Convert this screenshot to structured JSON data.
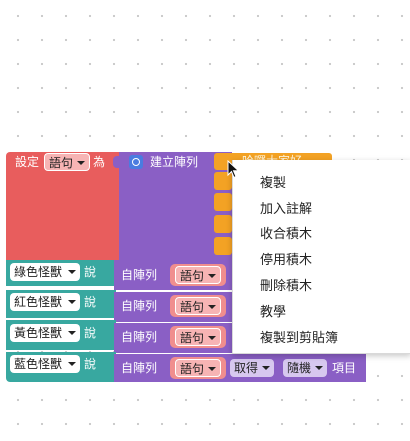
{
  "set_block": {
    "keyword": "設定",
    "variable": "語句",
    "as": "為"
  },
  "create_list": {
    "label": "建立陣列",
    "first_item": "哈囉大家好"
  },
  "rows": [
    {
      "monster": "綠色怪獸",
      "say": "說",
      "from_list": "自陣列",
      "variable": "語句"
    },
    {
      "monster": "紅色怪獸",
      "say": "說",
      "from_list": "自陣列",
      "variable": "語句"
    },
    {
      "monster": "黃色怪獸",
      "say": "說",
      "from_list": "自陣列",
      "variable": "語句"
    },
    {
      "monster": "藍色怪獸",
      "say": "說",
      "from_list": "自陣列",
      "variable": "語句",
      "get": "取得",
      "random": "隨機",
      "item": "項目"
    }
  ],
  "context_menu": {
    "items": [
      "複製",
      "加入註解",
      "收合積木",
      "停用積木",
      "刪除積木",
      "教學",
      "複製到剪貼簿"
    ]
  },
  "colors": {
    "set_block": "#e85d5d",
    "list_block": "#8a5fc5",
    "text_block": "#f3a224",
    "monster_block": "#38a8a0"
  },
  "icons": [
    "gear-icon",
    "mouse-cursor-icon"
  ]
}
